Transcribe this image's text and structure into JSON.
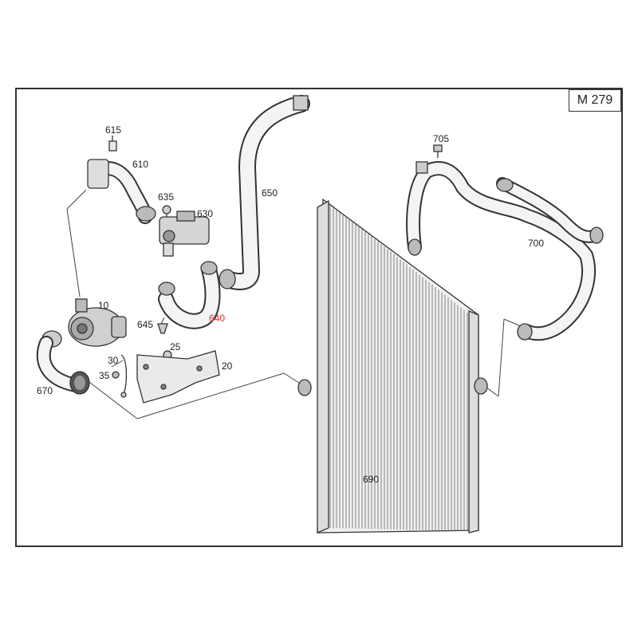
{
  "diagram": {
    "model_label": "M 279",
    "part_numbers": {
      "p615": "615",
      "p610": "610",
      "p635": "635",
      "p630": "630",
      "p650": "650",
      "p705": "705",
      "p700": "700",
      "p10": "10",
      "p645": "645",
      "p640": "640",
      "p25": "25",
      "p30": "30",
      "p20": "20",
      "p35": "35",
      "p670": "670",
      "p690": "690"
    },
    "highlight_part": "640",
    "colors": {
      "line": "#333333",
      "highlight": "#e53935"
    }
  }
}
